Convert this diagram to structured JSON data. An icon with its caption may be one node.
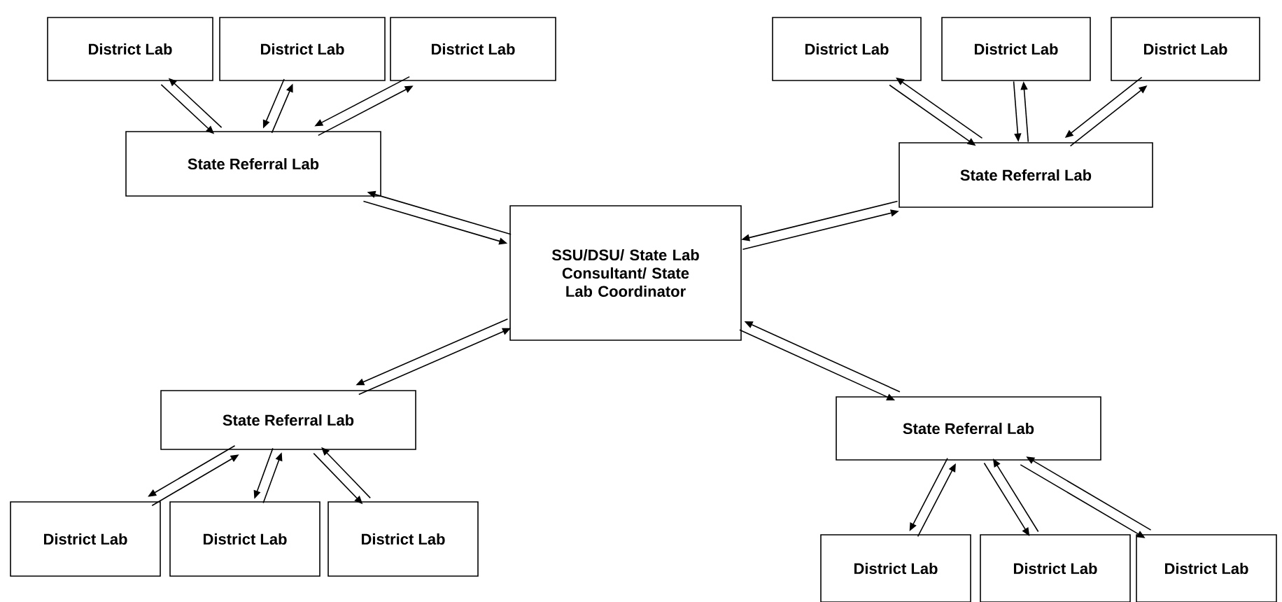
{
  "diagram": {
    "nodes": [
      {
        "text": [
          "District Lab"
        ]
      },
      {
        "text": [
          "District Lab"
        ]
      },
      {
        "text": [
          "District Lab"
        ]
      },
      {
        "text": [
          "District Lab"
        ]
      },
      {
        "text": [
          "District Lab"
        ]
      },
      {
        "text": [
          "District Lab"
        ]
      },
      {
        "text": [
          "State Referral Lab"
        ]
      },
      {
        "text": [
          "State Referral Lab"
        ]
      },
      {
        "text": [
          "SSU/DSU/ State Lab Consultant/ State Lab Coordinator"
        ]
      },
      {
        "text": [
          "State Referral Lab"
        ]
      },
      {
        "text": [
          "State Referral Lab"
        ]
      },
      {
        "text": [
          "District Lab"
        ]
      },
      {
        "text": [
          "District Lab"
        ]
      },
      {
        "text": [
          "District Lab"
        ]
      },
      {
        "text": [
          "District Lab"
        ]
      },
      {
        "text": [
          "District Lab"
        ]
      },
      {
        "text": [
          "District Lab"
        ]
      }
    ],
    "edges": [
      {
        "from": 6,
        "to": 0,
        "arrow": "to"
      },
      {
        "from": 0,
        "to": 6,
        "arrow": "to"
      },
      {
        "from": 6,
        "to": 1,
        "arrow": "to"
      },
      {
        "from": 1,
        "to": 6,
        "arrow": "to"
      },
      {
        "from": 6,
        "to": 2,
        "arrow": "to"
      },
      {
        "from": 2,
        "to": 6,
        "arrow": "to"
      },
      {
        "from": 7,
        "to": 3,
        "arrow": "to"
      },
      {
        "from": 3,
        "to": 7,
        "arrow": "to"
      },
      {
        "from": 7,
        "to": 4,
        "arrow": "to"
      },
      {
        "from": 4,
        "to": 7,
        "arrow": "to"
      },
      {
        "from": 7,
        "to": 5,
        "arrow": "to"
      },
      {
        "from": 5,
        "to": 7,
        "arrow": "to"
      },
      {
        "from": 8,
        "to": 6,
        "arrow": "to"
      },
      {
        "from": 6,
        "to": 8,
        "arrow": "to"
      },
      {
        "from": 8,
        "to": 7,
        "arrow": "to"
      },
      {
        "from": 7,
        "to": 8,
        "arrow": "to"
      },
      {
        "from": 8,
        "to": 9,
        "arrow": "to"
      },
      {
        "from": 9,
        "to": 8,
        "arrow": "to"
      },
      {
        "from": 8,
        "to": 10,
        "arrow": "to"
      },
      {
        "from": 10,
        "to": 8,
        "arrow": "to"
      },
      {
        "from": 9,
        "to": 11,
        "arrow": "to"
      },
      {
        "from": 11,
        "to": 9,
        "arrow": "to"
      },
      {
        "from": 9,
        "to": 12,
        "arrow": "to"
      },
      {
        "from": 12,
        "to": 9,
        "arrow": "to"
      },
      {
        "from": 9,
        "to": 13,
        "arrow": "to"
      },
      {
        "from": 13,
        "to": 9,
        "arrow": "to"
      },
      {
        "from": 10,
        "to": 14,
        "arrow": "to"
      },
      {
        "from": 14,
        "to": 10,
        "arrow": "to"
      },
      {
        "from": 10,
        "to": 15,
        "arrow": "to"
      },
      {
        "from": 15,
        "to": 10,
        "arrow": "to"
      },
      {
        "from": 10,
        "to": 16,
        "arrow": "to"
      },
      {
        "from": 16,
        "to": 10,
        "arrow": "to"
      }
    ]
  }
}
